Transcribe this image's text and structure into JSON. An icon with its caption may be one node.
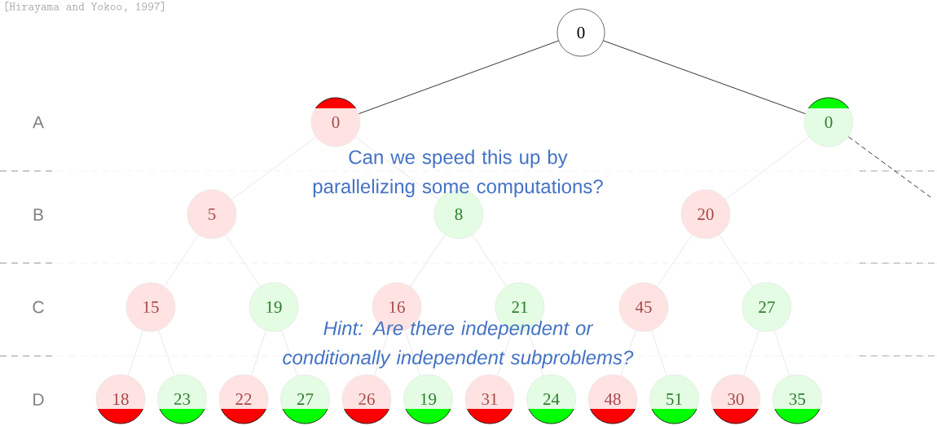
{
  "diagram": {
    "nodes": [
      {
        "text": [
          "0"
        ]
      },
      {
        "text": [
          "0"
        ]
      },
      {
        "text": [
          "0"
        ]
      },
      {
        "text": [
          "5"
        ]
      },
      {
        "text": [
          "8"
        ]
      },
      {
        "text": [
          "20"
        ]
      },
      {
        "text": [
          "15"
        ]
      },
      {
        "text": [
          "19"
        ]
      },
      {
        "text": [
          "16"
        ]
      },
      {
        "text": [
          "21"
        ]
      },
      {
        "text": [
          "45"
        ]
      },
      {
        "text": [
          "27"
        ]
      },
      {
        "text": [
          "18"
        ]
      },
      {
        "text": [
          "23"
        ]
      },
      {
        "text": [
          "22"
        ]
      },
      {
        "text": [
          "27"
        ]
      },
      {
        "text": [
          "26"
        ]
      },
      {
        "text": [
          "19"
        ]
      },
      {
        "text": [
          "31"
        ]
      },
      {
        "text": [
          "24"
        ]
      },
      {
        "text": [
          "48"
        ]
      },
      {
        "text": [
          "51"
        ]
      },
      {
        "text": [
          "30"
        ]
      },
      {
        "text": [
          "35"
        ]
      }
    ],
    "edges": [
      {
        "from": 0,
        "to": 1,
        "arrow": "none",
        "color": "#000000"
      },
      {
        "from": 0,
        "to": 2,
        "arrow": "none",
        "color": "#000000"
      },
      {
        "from": 1,
        "to": 3,
        "arrow": "none"
      },
      {
        "from": 1,
        "to": 4,
        "arrow": "none"
      },
      {
        "from": 2,
        "to": 5,
        "arrow": "none"
      },
      {
        "from": 2,
        "to": null,
        "arrow": "none",
        "style": "dashed",
        "color": "#000000"
      },
      {
        "from": 3,
        "to": 6,
        "arrow": "none"
      },
      {
        "from": 3,
        "to": 7,
        "arrow": "none"
      },
      {
        "from": 4,
        "to": 8,
        "arrow": "none"
      },
      {
        "from": 4,
        "to": 9,
        "arrow": "none"
      },
      {
        "from": 5,
        "to": 10,
        "arrow": "none"
      },
      {
        "from": 5,
        "to": 11,
        "arrow": "none"
      },
      {
        "from": 6,
        "to": 12,
        "arrow": "none"
      },
      {
        "from": 6,
        "to": 13,
        "arrow": "none"
      },
      {
        "from": 7,
        "to": 14,
        "arrow": "none"
      },
      {
        "from": 7,
        "to": 15,
        "arrow": "none"
      },
      {
        "from": 8,
        "to": 16,
        "arrow": "none"
      },
      {
        "from": 8,
        "to": 17,
        "arrow": "none"
      },
      {
        "from": 9,
        "to": 18,
        "arrow": "none"
      },
      {
        "from": 9,
        "to": 19,
        "arrow": "none"
      },
      {
        "from": 10,
        "to": 20,
        "arrow": "none"
      },
      {
        "from": 10,
        "to": 21,
        "arrow": "none"
      },
      {
        "from": 11,
        "to": 22,
        "arrow": "none"
      },
      {
        "from": 11,
        "to": 23,
        "arrow": "none"
      }
    ],
    "labels": [
      "[Hirayama and Yokoo, 1997]",
      "A",
      "B",
      "C",
      "D",
      "Can we speed this up by parallelizing some computations?",
      "Hint: Are there independent or conditionally independent subproblems?"
    ]
  }
}
